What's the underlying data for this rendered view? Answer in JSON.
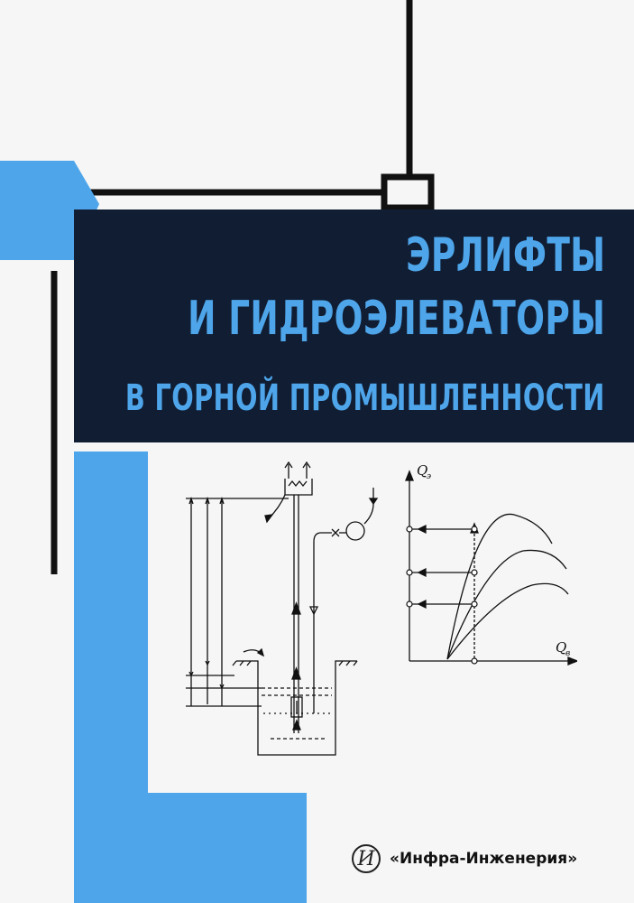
{
  "book": {
    "title_line1": "ЭРЛИФТЫ",
    "title_line2": "И ГИДРОЭЛЕВАТОРЫ",
    "title_line3": "В ГОРНОЙ ПРОМЫШЛЕННОСТИ",
    "publisher": "«Инфра-Инженерия»",
    "publisher_logo_letter": "И"
  },
  "graph": {
    "y_label": "Q",
    "y_sub": "э",
    "x_label": "Q",
    "x_sub": "в"
  },
  "colors": {
    "accent_blue": "#4ea5ea",
    "dark_navy": "#101d33",
    "background": "#f5f6f5"
  },
  "icons": {
    "publisher_logo": "publisher-logo-icon"
  }
}
